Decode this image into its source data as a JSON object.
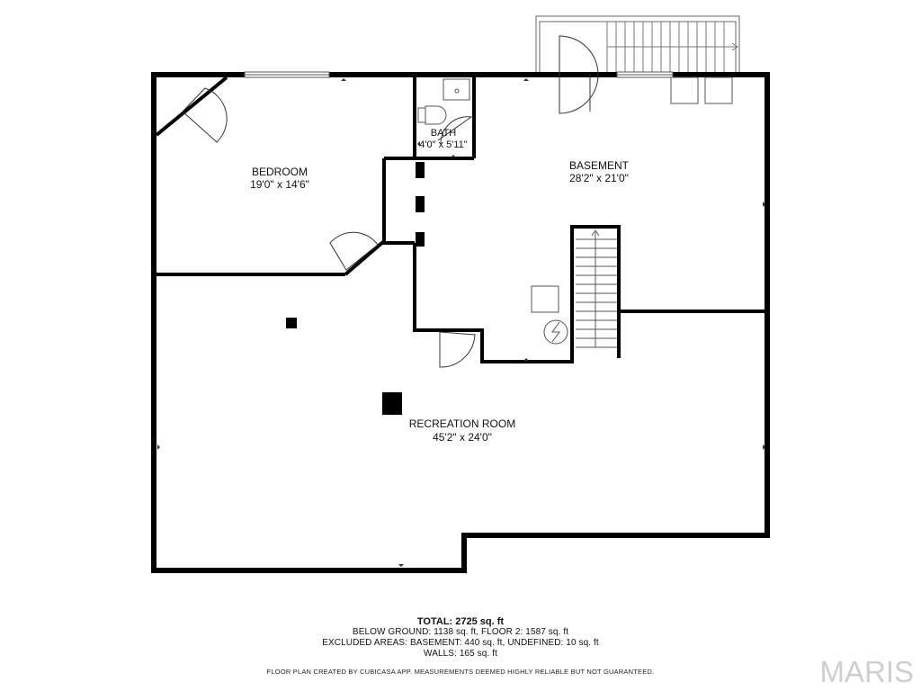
{
  "rooms": {
    "bedroom": {
      "name": "BEDROOM",
      "dims": "19'0\" x 14'6\""
    },
    "bath": {
      "name": "BATH",
      "dims": "4'0\" x 5'11\""
    },
    "basement": {
      "name": "BASEMENT",
      "dims": "28'2\" x 21'0\""
    },
    "recreation": {
      "name": "RECREATION ROOM",
      "dims": "45'2\" x 24'0\""
    }
  },
  "summary": {
    "total": "TOTAL: 2725 sq. ft",
    "below_ground": "BELOW GROUND: 1138 sq. ft, FLOOR 2: 1587 sq. ft",
    "excluded": "EXCLUDED AREAS: BASEMENT: 440 sq. ft, UNDEFINED: 10 sq. ft",
    "walls": "WALLS: 165 sq. ft"
  },
  "disclaimer": "FLOOR PLAN CREATED BY CUBICASA APP. MEASUREMENTS DEEMED HIGHLY RELIABLE BUT NOT GUARANTEED.",
  "watermark": "MARIS",
  "colors": {
    "wall": "#000000",
    "fixture": "#555555",
    "watermark": "#cfcfcf"
  }
}
